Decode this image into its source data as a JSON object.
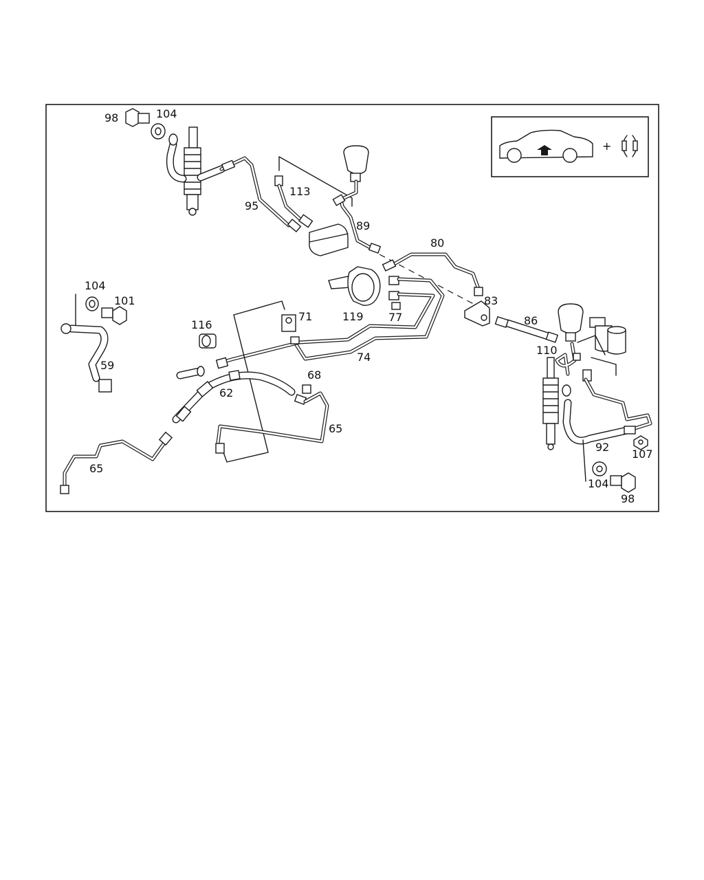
{
  "colors": {
    "line": "#1a1a1a",
    "paper": "#ffffff"
  },
  "icons": {
    "vehicle": "car-lift-arrow-icon",
    "brackets": "bracket-pair-icon"
  },
  "inset": {
    "plus_sign": "+"
  },
  "callouts": [
    {
      "id": "c98a",
      "text": "98"
    },
    {
      "id": "c104a",
      "text": "104"
    },
    {
      "id": "c95",
      "text": "95"
    },
    {
      "id": "c113",
      "text": "113"
    },
    {
      "id": "c89",
      "text": "89"
    },
    {
      "id": "c80",
      "text": "80"
    },
    {
      "id": "c83",
      "text": "83"
    },
    {
      "id": "c119",
      "text": "119"
    },
    {
      "id": "c77",
      "text": "77"
    },
    {
      "id": "c104b",
      "text": "104"
    },
    {
      "id": "c101",
      "text": "101"
    },
    {
      "id": "c59",
      "text": "59"
    },
    {
      "id": "c116",
      "text": "116"
    },
    {
      "id": "c71",
      "text": "71"
    },
    {
      "id": "c74",
      "text": "74"
    },
    {
      "id": "c86",
      "text": "86"
    },
    {
      "id": "c110",
      "text": "110"
    },
    {
      "id": "c68",
      "text": "68"
    },
    {
      "id": "c62",
      "text": "62"
    },
    {
      "id": "c65a",
      "text": "65"
    },
    {
      "id": "c65b",
      "text": "65"
    },
    {
      "id": "c92",
      "text": "92"
    },
    {
      "id": "c107",
      "text": "107"
    },
    {
      "id": "c104c",
      "text": "104"
    },
    {
      "id": "c98b",
      "text": "98"
    }
  ]
}
